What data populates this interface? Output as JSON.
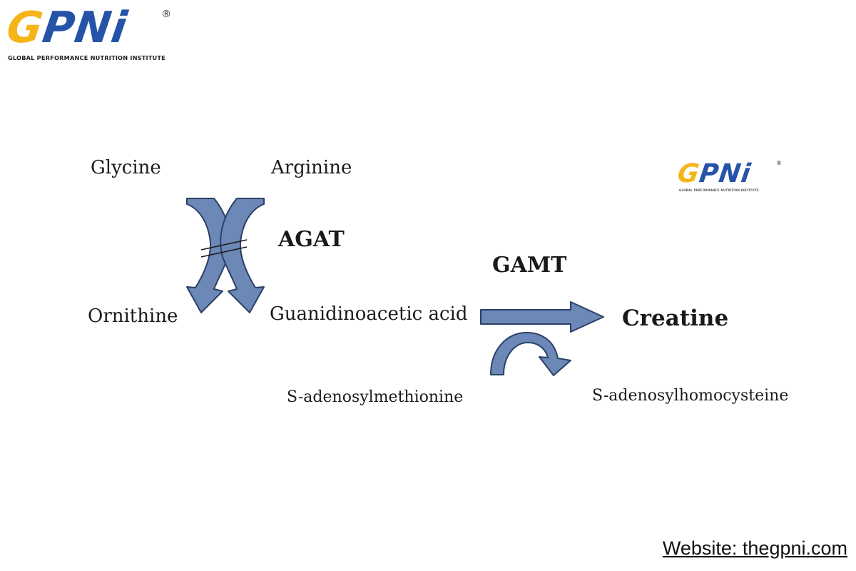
{
  "brand": {
    "logo_text": "GPNi",
    "registered_mark": "®",
    "tagline": "GLOBAL PERFORMANCE NUTRITION INSTITUTE",
    "colors": {
      "yellow": "#f5b418",
      "blue": "#2453a8"
    }
  },
  "diagram": {
    "substrates": {
      "left": "Glycine",
      "right": "Arginine"
    },
    "products": {
      "left": "Ornithine",
      "right": "Guanidinoacetic acid"
    },
    "enzyme_1": "AGAT",
    "enzyme_2": "GAMT",
    "final_product": "Creatine",
    "cofactor_in": "S-adenosylmethionine",
    "cofactor_out": "S-adenosylhomocysteine",
    "arrow_fill": "#6b88b6",
    "arrow_stroke": "#2c3f66"
  },
  "footer": {
    "website": "Website: thegpni.com"
  }
}
